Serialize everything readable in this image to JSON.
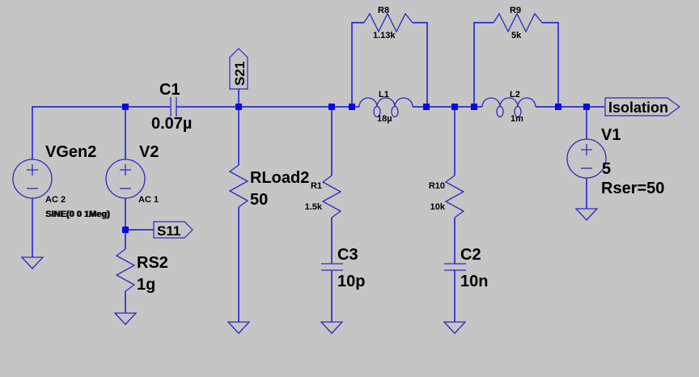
{
  "canvas": {
    "background": "#c5c5c5",
    "wire_color": "#2b2bd5",
    "junction_color": "#0505ee",
    "text_color": "#000000"
  },
  "sources": {
    "vgen2": {
      "name": "VGen2",
      "spec1": "AC 2",
      "spec2": "SINE(0 0 1Meg)"
    },
    "v2": {
      "name": "V2",
      "spec1": "AC 1"
    },
    "v1": {
      "name": "V1",
      "value": "5",
      "spec": "Rser=50"
    }
  },
  "resistors": {
    "rs2": {
      "name": "RS2",
      "value": "1g"
    },
    "rload2": {
      "name": "RLoad2",
      "value": "50"
    },
    "r1": {
      "name": "R1",
      "value": "1.5k"
    },
    "r10": {
      "name": "R10",
      "value": "10k"
    },
    "r8": {
      "name": "R8",
      "value": "1.13k"
    },
    "r9": {
      "name": "R9",
      "value": "5k"
    }
  },
  "capacitors": {
    "c1": {
      "name": "C1",
      "value": "0.07µ"
    },
    "c3": {
      "name": "C3",
      "value": "10p"
    },
    "c2": {
      "name": "C2",
      "value": "10n"
    }
  },
  "inductors": {
    "l1": {
      "name": "L1",
      "value": "18µ"
    },
    "l2": {
      "name": "L2",
      "value": "1m"
    }
  },
  "flags": {
    "s21": "S21",
    "s11": "S11",
    "isolation": "Isolation"
  }
}
